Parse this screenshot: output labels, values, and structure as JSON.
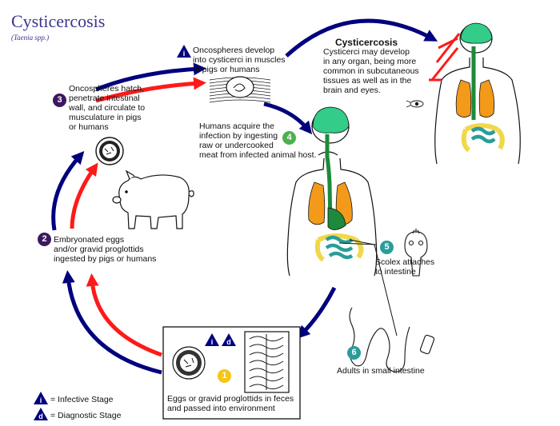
{
  "title": "Cysticercosis",
  "subtitle": "(Taenia spp.)",
  "colors": {
    "blue_arrow": "#00007f",
    "red_arrow": "#ff1a1a",
    "step3_badge": "#3b1860",
    "step2_badge": "#3b1860",
    "step4_badge": "#4caf50",
    "step5_badge": "#2a9d9a",
    "step6_badge": "#2a9d9a",
    "step1_badge": "#f5c518",
    "brain": "#33cc88",
    "lungs": "#f49a1a",
    "intestine": "#f0d84a",
    "small_intestine": "#2a9d9a"
  },
  "steps": {
    "i_top": {
      "marker": "i",
      "text": [
        "Oncospheres develop",
        "into cysticerci in muscles",
        "of pigs or humans"
      ]
    },
    "cyst": {
      "heading": "Cysticercosis",
      "text": [
        "Cysticerci may develop",
        "in any organ, being more",
        "common in subcutaneous",
        "tissues as well as in the",
        "brain and eyes."
      ]
    },
    "s3": {
      "number": "3",
      "text": [
        "Oncospheres hatch,",
        "penetrate intestinal",
        "wall, and circulate to",
        "musculature in pigs",
        "or humans"
      ]
    },
    "s4": {
      "number": "4",
      "text": [
        "Humans acquire the",
        "infection by ingesting",
        "raw or undercooked",
        "meat from infected animal host."
      ]
    },
    "s2": {
      "number": "2",
      "text": [
        "Embryonated eggs",
        "and/or gravid proglottids",
        "ingested by pigs or humans"
      ]
    },
    "s5": {
      "number": "5",
      "text": [
        "Scolex attaches",
        "to intestine"
      ]
    },
    "s6": {
      "number": "6",
      "text": [
        "Adults in small intestine"
      ]
    },
    "s1": {
      "number": "1",
      "markers": [
        "i",
        "d"
      ],
      "text": [
        "Eggs or gravid proglottids in feces",
        "and passed into environment"
      ]
    }
  },
  "legend": {
    "infective": {
      "marker": "i",
      "label": "= Infective Stage"
    },
    "diagnostic": {
      "marker": "d",
      "label": "= Diagnostic Stage"
    }
  }
}
